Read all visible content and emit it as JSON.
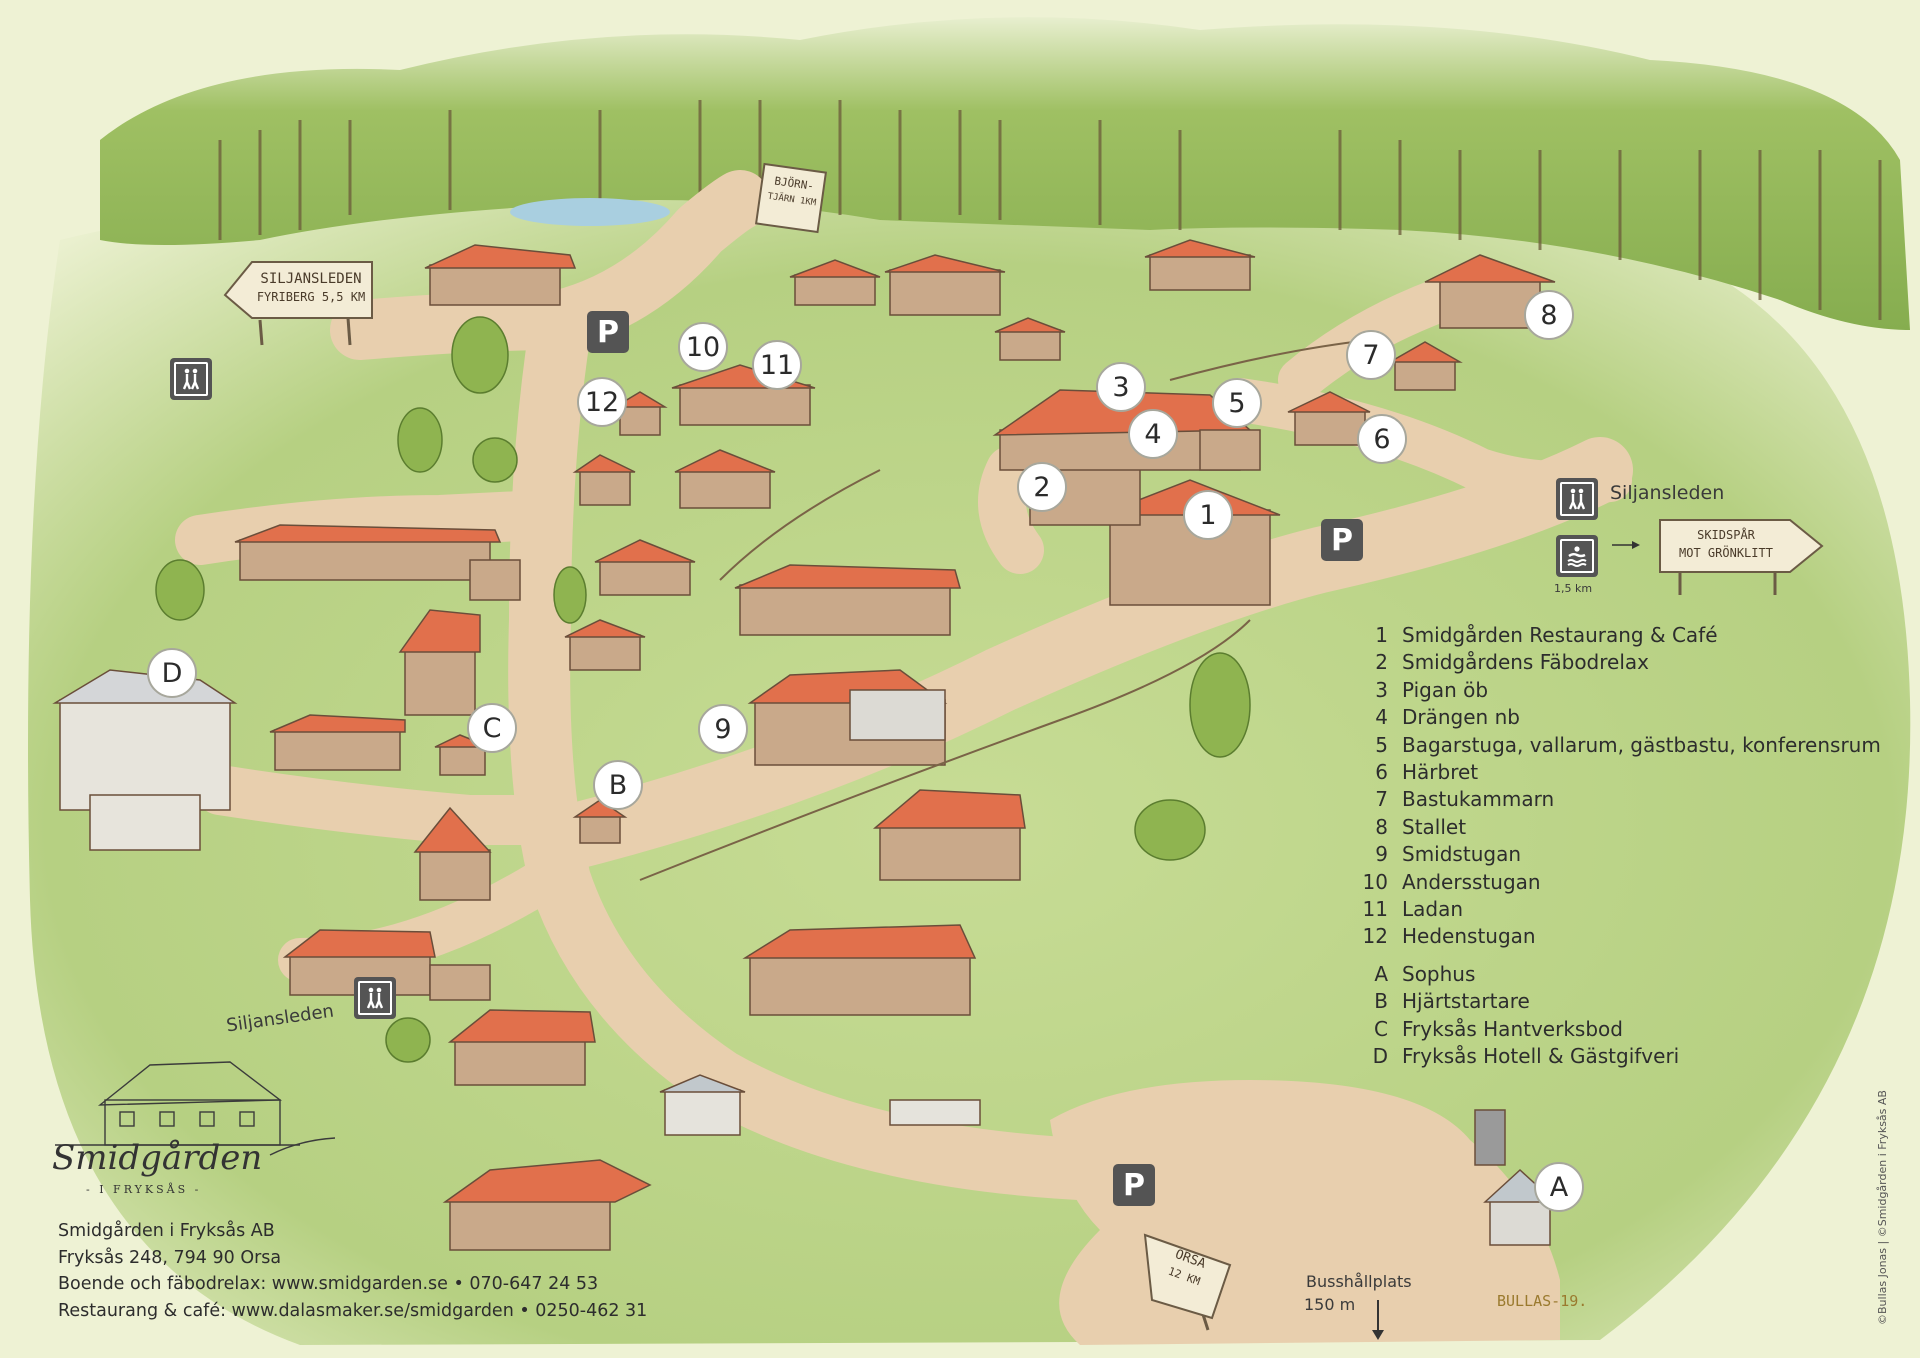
{
  "map": {
    "markers": {
      "m1": "1",
      "m2": "2",
      "m3": "3",
      "m4": "4",
      "m5": "5",
      "m6": "6",
      "m7": "7",
      "m8": "8",
      "m9": "9",
      "m10": "10",
      "m11": "11",
      "m12": "12",
      "mA": "A",
      "mB": "B",
      "mC": "C",
      "mD": "D"
    },
    "parking_label": "P",
    "signs": {
      "siljansleden_line1": "SILJANSLEDEN",
      "siljansleden_line2": "FYRIBERG 5,5 KM",
      "bjorntjarn_line1": "BJÖRN-",
      "bjorntjarn_line2": "TJÄRN 1KM",
      "skidspar_line1": "SKIDSPÅR",
      "skidspar_line2": "MOT GRÖNKLITT",
      "orsa_line1": "ORSA",
      "orsa_line2": "12 KM"
    },
    "trail_label_east": "Siljansleden",
    "trail_label_west": "Siljansleden",
    "swim_distance": "1,5 km",
    "bus_stop_line1": "Busshållplats",
    "bus_stop_line2": "150 m",
    "artist_signature": "BULLAS-19.",
    "logo": {
      "name": "Smidgården",
      "subtitle": "- I FRYKSÅS -"
    },
    "colors": {
      "grass": "#bdd58a",
      "forest": "#7aa346",
      "road": "#e8cfae",
      "roof": "#e1704c",
      "wall": "#c9a98a",
      "marker_bg": "#ffffff",
      "icon_bg": "#545454"
    }
  },
  "legend": [
    {
      "key": "1",
      "name": "Smidgården Restaurang & Café"
    },
    {
      "key": "2",
      "name": "Smidgårdens Fäbodrelax"
    },
    {
      "key": "3",
      "name": "Pigan öb"
    },
    {
      "key": "4",
      "name": "Drängen nb"
    },
    {
      "key": "5",
      "name": "Bagarstuga, vallarum, gästbastu, konferensrum"
    },
    {
      "key": "6",
      "name": "Härbret"
    },
    {
      "key": "7",
      "name": "Bastukammarn"
    },
    {
      "key": "8",
      "name": "Stallet"
    },
    {
      "key": "9",
      "name": "Smidstugan"
    },
    {
      "key": "10",
      "name": "Andersstugan"
    },
    {
      "key": "11",
      "name": "Ladan"
    },
    {
      "key": "12",
      "name": "Hedenstugan"
    }
  ],
  "legend_letters": [
    {
      "key": "A",
      "name": "Sophus"
    },
    {
      "key": "B",
      "name": "Hjärtstartare"
    },
    {
      "key": "C",
      "name": "Fryksås Hantverksbod"
    },
    {
      "key": "D",
      "name": "Fryksås Hotell & Gästgifveri"
    }
  ],
  "contact": {
    "company": "Smidgården i Fryksås AB",
    "address": "Fryksås 248, 794 90 Orsa",
    "lodging": "Boende och fäbodrelax: www.smidgarden.se • 070-647 24 53",
    "restaurant": "Restaurang & café: www.dalasmaker.se/smidgarden • 0250-462 31"
  },
  "credit": "©Bullas Jonas  |  ©Smidgården i Fryksås AB"
}
